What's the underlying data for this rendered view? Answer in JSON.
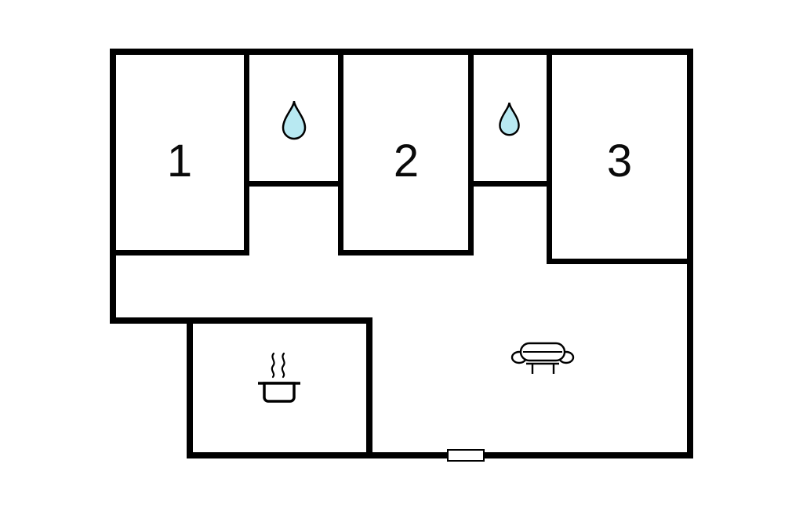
{
  "floorplan": {
    "rooms": [
      {
        "label": "1"
      },
      {
        "label": "2"
      },
      {
        "label": "3"
      }
    ],
    "colors": {
      "wall": "#000000",
      "background": "#ffffff",
      "water_drop_fill": "#b8e9f2",
      "water_drop_stroke": "#000000",
      "line": "#000000"
    }
  }
}
